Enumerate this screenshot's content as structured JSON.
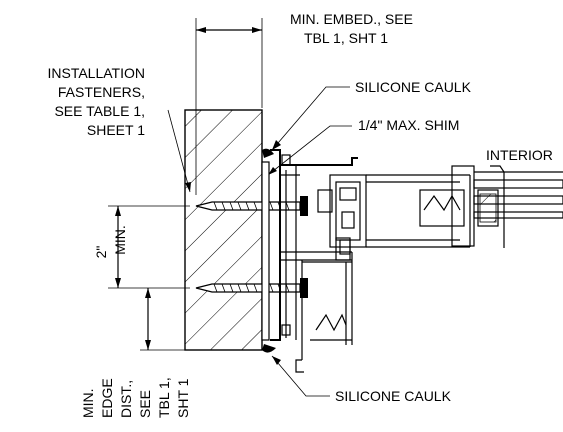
{
  "labels": {
    "min_embed_line1": "MIN. EMBED., SEE",
    "min_embed_line2": "TBL 1, SHT 1",
    "fasteners_line1": "INSTALLATION",
    "fasteners_line2": "FASTENERS,",
    "fasteners_line3": "SEE TABLE 1,",
    "fasteners_line4": "SHEET 1",
    "caulk_top": "SILICONE CAULK",
    "shim": "1/4\" MAX. SHIM",
    "interior": "INTERIOR",
    "spacing_line1": "2\"",
    "spacing_line2": "MIN.",
    "edge_line1": "MIN.",
    "edge_line2": "EDGE",
    "edge_line3": "DIST.,",
    "edge_line4": "SEE",
    "edge_line5": "TBL 1,",
    "edge_line6": "SHT 1",
    "caulk_bottom": "SILICONE CAULK"
  }
}
